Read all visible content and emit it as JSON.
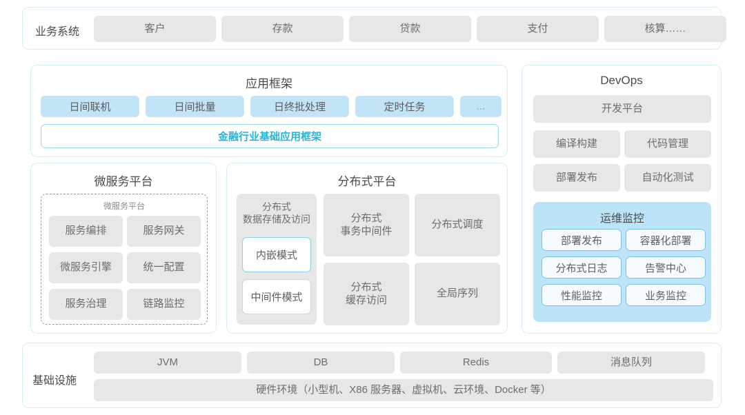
{
  "business_systems": {
    "label": "业务系统",
    "items": [
      "客户",
      "存款",
      "贷款",
      "支付",
      "核算……"
    ]
  },
  "app_framework": {
    "title": "应用框架",
    "tags": [
      "日间联机",
      "日间批量",
      "日终批处理",
      "定时任务",
      "..."
    ],
    "foundation_bar": "金融行业基础应用框架",
    "accent_color": "#2ab3d6"
  },
  "microservice_platform": {
    "title": "微服务平台",
    "inner_title": "微服务平台",
    "items": [
      "服务编排",
      "服务网关",
      "微服务引擎",
      "统一配置",
      "服务治理",
      "链路监控"
    ]
  },
  "distributed_platform": {
    "title": "分布式平台",
    "storage_card": {
      "title": "分布式\n数据存储及访问",
      "modes": [
        "内嵌模式",
        "中间件模式"
      ]
    },
    "items": [
      "分布式\n事务中间件",
      "分布式调度",
      "分布式\n缓存访问",
      "全局序列"
    ]
  },
  "devops": {
    "title": "DevOps",
    "platform": "开发平台",
    "items": [
      "编译构建",
      "代码管理",
      "部署发布",
      "自动化测试"
    ],
    "ops_monitor": {
      "title": "运维监控",
      "color": "#bde3f8",
      "items": [
        "部署发布",
        "容器化部署",
        "分布式日志",
        "告警中心",
        "性能监控",
        "业务监控"
      ]
    }
  },
  "infrastructure": {
    "label": "基础设施",
    "items": [
      "JVM",
      "DB",
      "Redis",
      "消息队列"
    ],
    "hardware": "硬件环境（小型机、X86 服务器、虚拟机、云环境、Docker 等）"
  }
}
